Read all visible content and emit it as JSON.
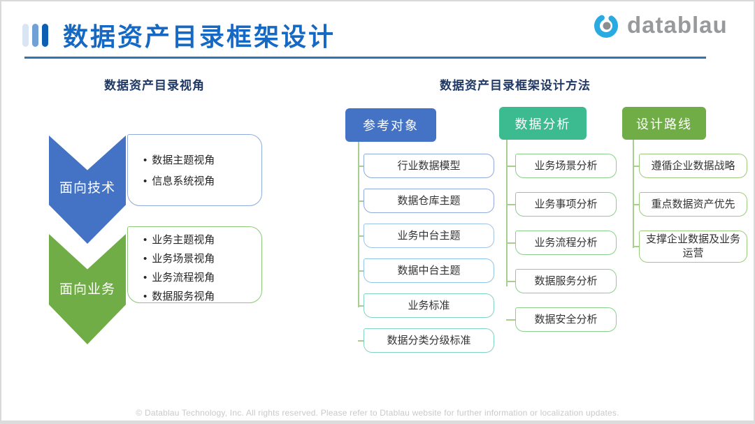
{
  "slide": {
    "title": "数据资产目录框架设计",
    "title_color": "#1569C4",
    "underline_color": "#2E75B6",
    "bars_icon_colors": [
      "#D9E5F3",
      "#6FA0D6",
      "#0D5FB4"
    ],
    "logo": {
      "text": "datablau",
      "text_color": "#97999B",
      "ring_color": "#29ABE2",
      "dot_color": "#8B8D90"
    }
  },
  "left_section": {
    "title": "数据资产目录视角",
    "title_color": "#1F3864",
    "groups": [
      {
        "label": "面向技术",
        "chevron_color": "#4472C4",
        "box_border_color": "#8FAADC",
        "bullets": [
          "数据主题视角",
          "信息系统视角"
        ]
      },
      {
        "label": "面向业务",
        "chevron_color": "#70AD47",
        "box_border_color": "#8BC978",
        "bullets": [
          "业务主题视角",
          "业务场景视角",
          "业务流程视角",
          "数据服务视角"
        ]
      }
    ]
  },
  "right_section": {
    "title": "数据资产目录框架设计方法",
    "title_color": "#1F3864",
    "connector_color": "#A6CE8E",
    "columns": [
      {
        "header": "参考对象",
        "header_color": "#4472C4",
        "items": [
          {
            "label": "行业数据模型",
            "border_color": "#8FAADC"
          },
          {
            "label": "数据仓库主题",
            "border_color": "#8FAADC"
          },
          {
            "label": "业务中台主题",
            "border_color": "#9DC3E6"
          },
          {
            "label": "数据中台主题",
            "border_color": "#8FC6E8"
          },
          {
            "label": "业务标准",
            "border_color": "#82D4C2"
          },
          {
            "label": "数据分类分级标准",
            "border_color": "#82D4C2"
          }
        ]
      },
      {
        "header": "数据分析",
        "header_color": "#3CBA90",
        "items": [
          {
            "label": "业务场景分析",
            "border_color": "#8CCF8C"
          },
          {
            "label": "业务事项分析",
            "border_color": "#8CCF8C"
          },
          {
            "label": "业务流程分析",
            "border_color": "#8CCF8C"
          },
          {
            "label": "数据服务分析",
            "border_color": "#8CCF8C"
          },
          {
            "label": "数据安全分析",
            "border_color": "#8CCF8C"
          }
        ]
      },
      {
        "header": "设计路线",
        "header_color": "#70AD47",
        "items": [
          {
            "label": "遵循企业数据战略",
            "border_color": "#9CCB7E"
          },
          {
            "label": "重点数据资产优先",
            "border_color": "#9CCB7E"
          },
          {
            "label": "支撑企业数据及业务运营",
            "border_color": "#9CCB7E"
          }
        ]
      }
    ]
  },
  "footer": {
    "text": "© Datablau Technology, Inc. All rights reserved.  Please refer to Dtablau website for further information or localization updates.",
    "color": "#C9C9C9"
  }
}
